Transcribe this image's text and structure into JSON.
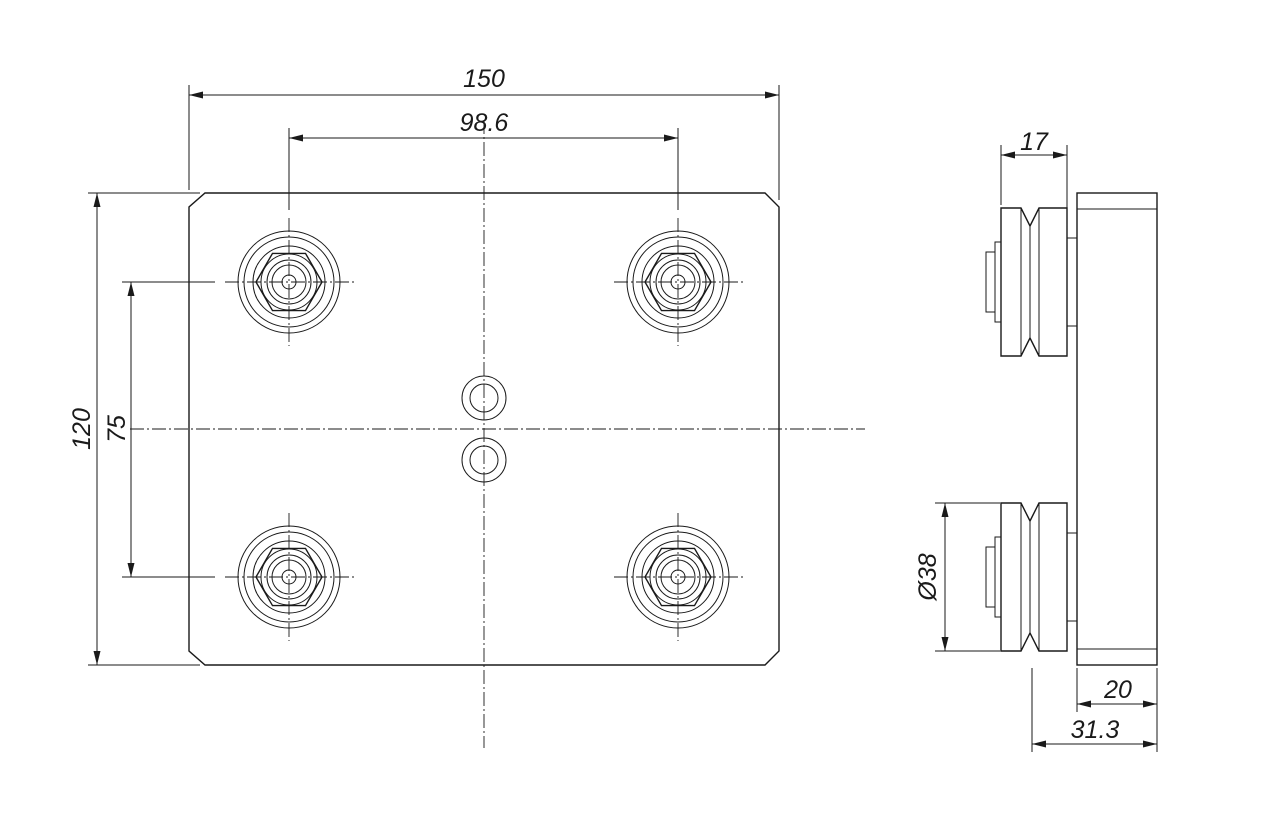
{
  "dimensions": {
    "overall_width": "150",
    "wheel_spacing_x": "98.6",
    "overall_height": "120",
    "wheel_spacing_y": "75",
    "wheel_width": "17",
    "wheel_diameter": "Ø38",
    "plate_thickness": "20",
    "overall_depth": "31.3"
  }
}
